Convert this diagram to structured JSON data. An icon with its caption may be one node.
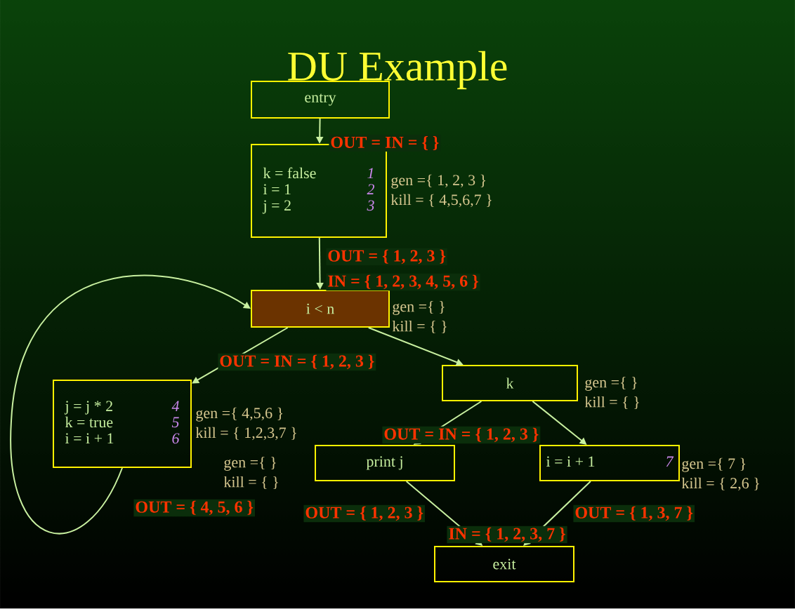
{
  "diagram": {
    "title": "DU Example",
    "nodes": [
      {
        "text": [
          "entry"
        ]
      },
      {
        "text": [
          "k = false",
          "1",
          "i = 1",
          "2",
          "j = 2",
          "3"
        ],
        "beside": [
          "gen ={ 1, 2, 3 }",
          "kill = { 4,5,6,7 }"
        ]
      },
      {
        "text": [
          "i < n"
        ],
        "beside": [
          "gen ={    }",
          "kill = {    }"
        ]
      },
      {
        "text": [
          "j = j * 2",
          "4",
          "k = true",
          "5",
          "i = i + 1",
          "6"
        ],
        "beside": [
          "gen ={ 4,5,6 }",
          "kill = { 1,2,3,7 }"
        ]
      },
      {
        "text": [
          "k"
        ],
        "beside": [
          "gen ={    }",
          "kill = {    }"
        ]
      },
      {
        "text": [
          "print j"
        ],
        "beside": [
          "gen ={    }",
          "kill = {    }"
        ]
      },
      {
        "text": [
          "i = i + 1",
          "7"
        ],
        "beside": [
          "gen ={ 7 }",
          "kill = { 2,6 }"
        ]
      },
      {
        "text": [
          "exit"
        ]
      }
    ],
    "edges": [
      {
        "from": 0,
        "to": 1,
        "arrow": "to"
      },
      {
        "from": 1,
        "to": 2,
        "arrow": "to"
      },
      {
        "from": 2,
        "to": 3,
        "arrow": "to"
      },
      {
        "from": 2,
        "to": 4,
        "arrow": "to"
      },
      {
        "from": 3,
        "to": 2,
        "arrow": "to"
      },
      {
        "from": 4,
        "to": 5,
        "arrow": "to"
      },
      {
        "from": 4,
        "to": 6,
        "arrow": "to"
      },
      {
        "from": 5,
        "to": 7,
        "arrow": "to"
      },
      {
        "from": 6,
        "to": 7,
        "arrow": "to"
      }
    ],
    "labels": [
      "OUT = IN = {   }",
      "OUT = { 1, 2, 3 }",
      "IN = { 1, 2, 3, 4, 5, 6 }",
      "OUT = IN = { 1, 2, 3 }",
      "OUT = IN = { 1, 2, 3 }",
      "OUT = { 4, 5, 6 }",
      "OUT = { 1, 2, 3 }",
      "OUT = { 1, 3, 7 }",
      "IN = { 1, 2, 3, 7 }"
    ]
  }
}
